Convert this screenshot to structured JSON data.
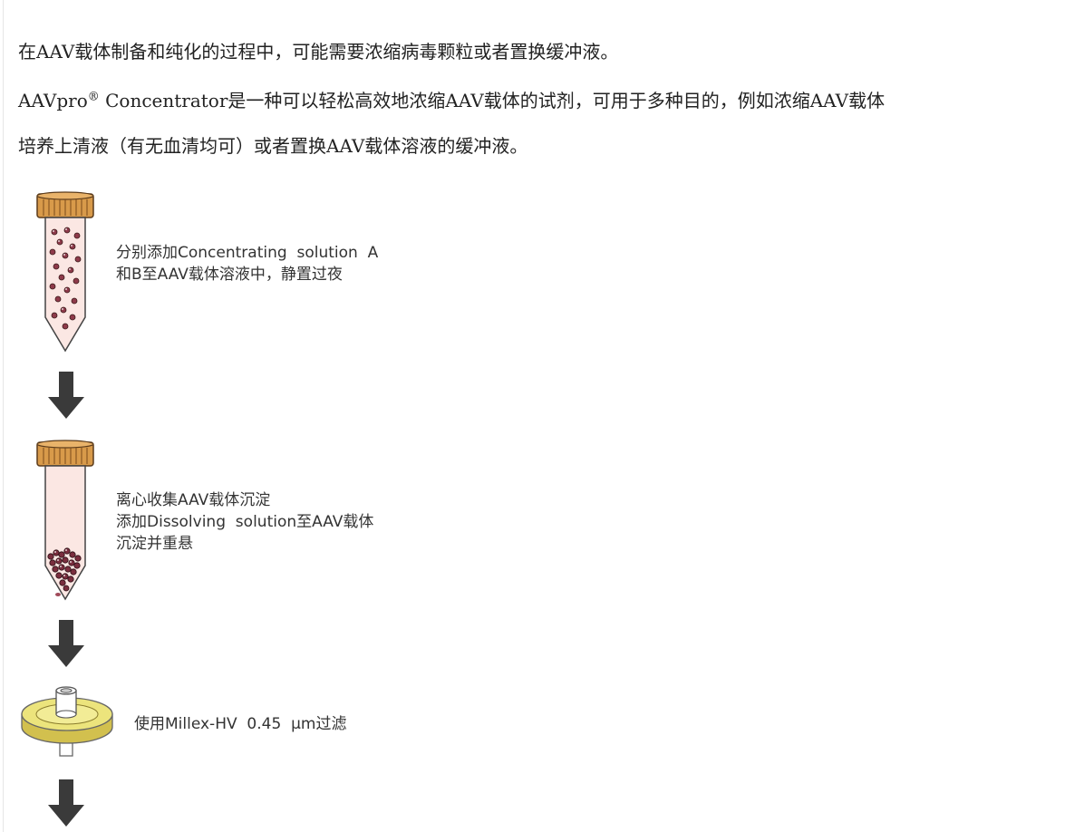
{
  "intro_text": "在AAV载体制备和纯化的过程中，可能需要浓缩病毒颗粒或者置换缓冲液。",
  "description": {
    "product": "AAVpro",
    "registered_mark": "®",
    "line1_rest": " Concentrator是一种可以轻松高效地浓缩AAV载体的试剂，可用于多种目的，例如浓缩AAV载体",
    "line2": "培养上清液（有无血清均可）或者置换AAV载体溶液的缓冲液。"
  },
  "steps": [
    {
      "line1": "分别添加Concentrating  solution  A",
      "line2": "和B至AAV载体溶液中，静置过夜"
    },
    {
      "line1": "离心收集AAV载体沉淀",
      "line2": "添加Dissolving  solution至AAV载体",
      "line3": "沉淀并重悬"
    },
    {
      "line1": "使用Millex-HV  0.45  μm过滤"
    }
  ],
  "colors": {
    "cap": "#d89a4a",
    "tube_fill": "#fbe7e3",
    "particle": "#8e3a4a",
    "arrow": "#3a3a3a",
    "filter": "#e6d36a"
  }
}
